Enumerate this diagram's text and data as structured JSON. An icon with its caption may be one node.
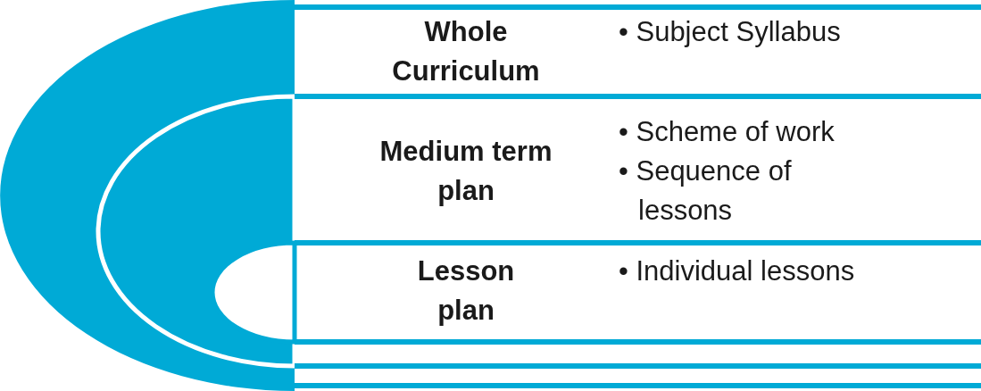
{
  "diagram": {
    "nodes": [
      {
        "text": [
          "Whole Curriculum",
          "• Subject Syllabus"
        ]
      },
      {
        "text": [
          "Medium term plan",
          "• Scheme of work",
          "• Sequence of lessons"
        ],
        "in": 0
      },
      {
        "text": [
          "Lesson plan",
          "• Individual lessons"
        ],
        "in": 1
      }
    ]
  }
}
